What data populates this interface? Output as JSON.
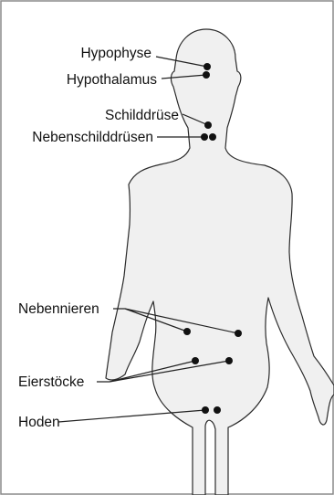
{
  "labels": {
    "hypophyse": "Hypophyse",
    "hypothalamus": "Hypothalamus",
    "schilddruese": "Schilddrüse",
    "nebenschilddruesen": "Nebenschilddrüsen",
    "nebennieren": "Nebennieren",
    "eierstoecke": "Eierstöcke",
    "hoden": "Hoden"
  },
  "colors": {
    "background": "#ffffff",
    "frame": "#8a8a8a",
    "body_fill": "#f0f0f0",
    "body_outline": "#2b2b2b",
    "marker": "#111111",
    "leader_line": "#222222",
    "label_text": "#111111"
  }
}
